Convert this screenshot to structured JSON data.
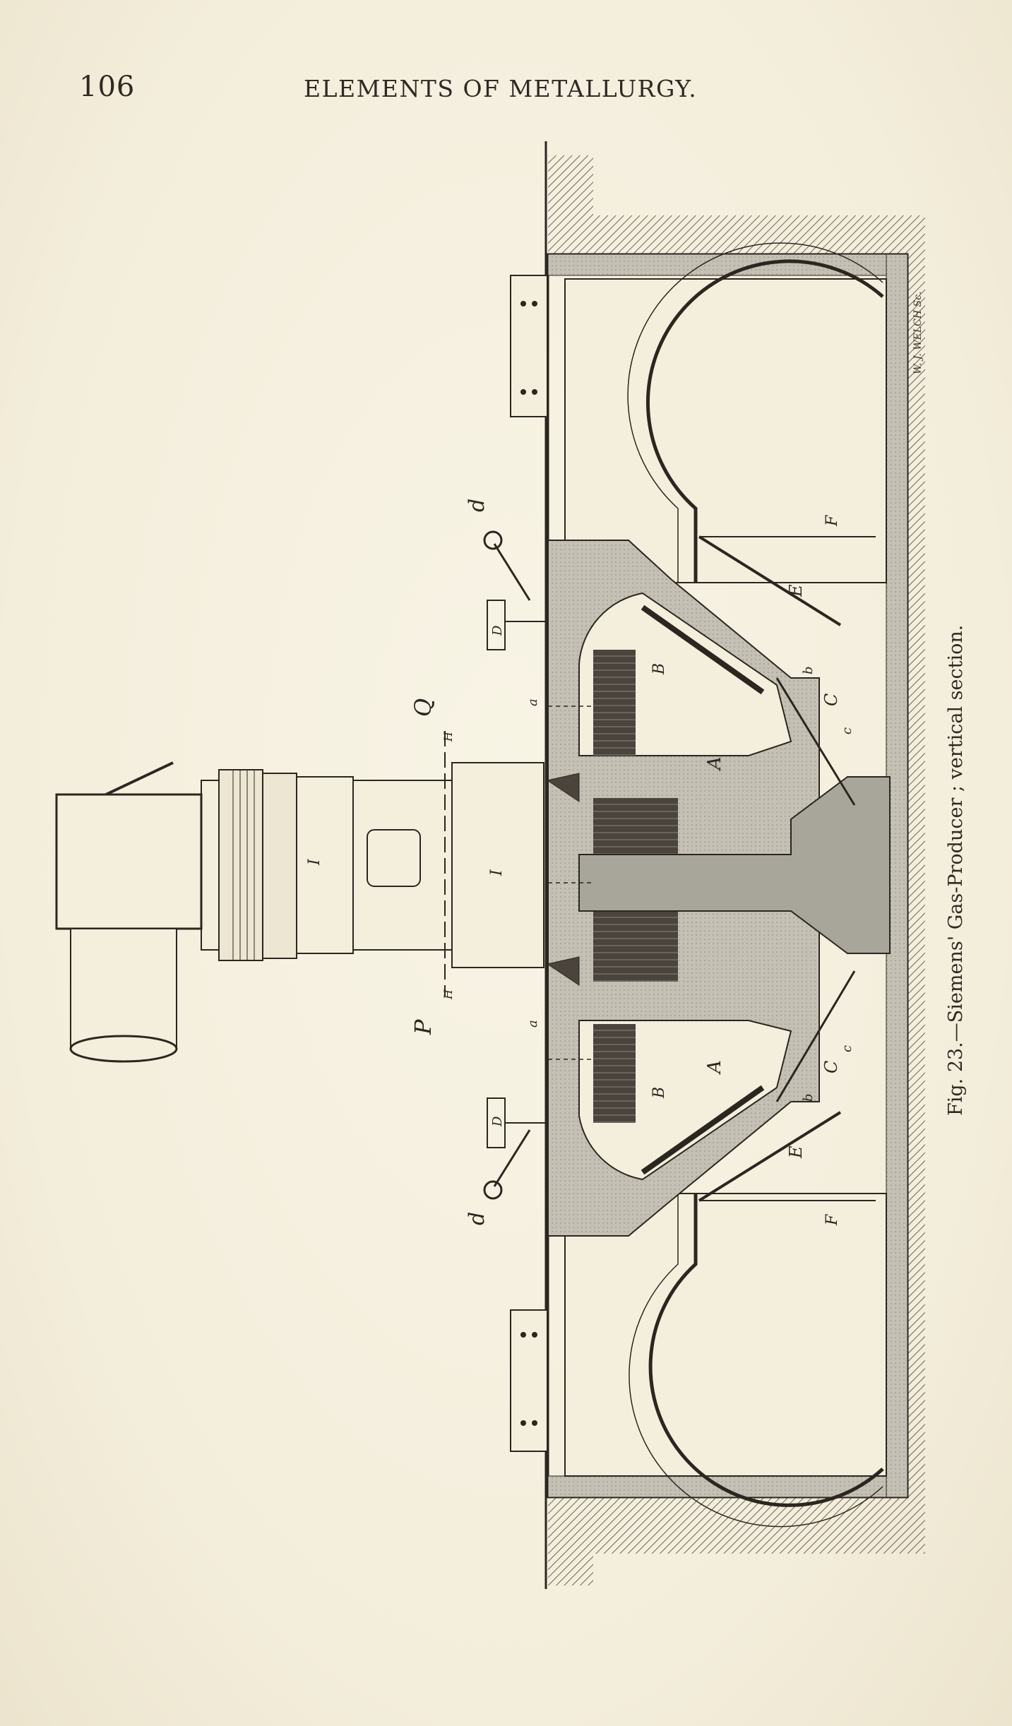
{
  "header": {
    "page_number": "106",
    "running_title": "ELEMENTS OF METALLURGY."
  },
  "figure": {
    "caption": "Fig. 23.—Siemens' Gas-Producer ; vertical section.",
    "engraver_signature": "W. J. WELCH Sc.",
    "labels": {
      "A": "A",
      "B": "B",
      "C": "C",
      "D": "D",
      "E": "E",
      "F": "F",
      "H": "H",
      "I": "I",
      "P": "P",
      "Q": "Q",
      "a": "a",
      "b": "b",
      "c": "c",
      "d": "d"
    }
  },
  "colors": {
    "paper": "#f6f1e0",
    "ink": "#2c2620",
    "hatch": "#6b645a",
    "masonry": "#b9b5aa"
  }
}
